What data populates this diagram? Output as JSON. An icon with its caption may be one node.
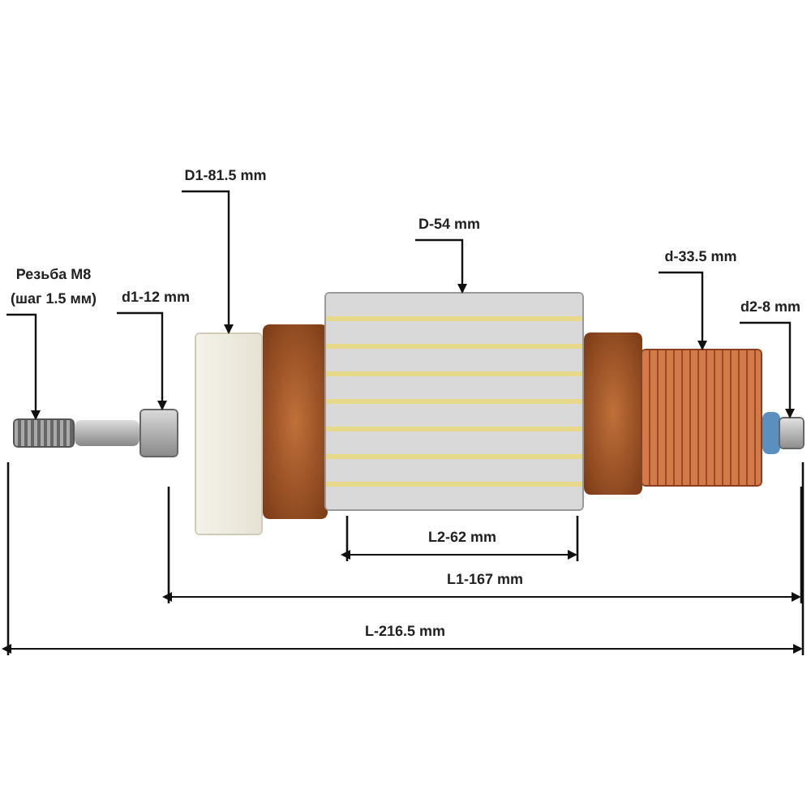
{
  "diagram": {
    "nodes": [
      {
        "text": [
          "Резьба M8 (шаг 1.5 мм)"
        ]
      },
      {
        "text": [
          "D1-81.5 mm"
        ]
      },
      {
        "text": [
          "d1-12 mm"
        ]
      },
      {
        "text": [
          "D-54 mm"
        ]
      },
      {
        "text": [
          "d-33.5 mm"
        ]
      },
      {
        "text": [
          "d2-8 mm"
        ]
      },
      {
        "text": [],
        "shape": "picture"
      },
      {
        "text": [],
        "shape": "picture"
      },
      {
        "text": [],
        "shape": "picture"
      },
      {
        "text": [],
        "shape": "picture"
      },
      {
        "text": [],
        "shape": "picture"
      },
      {
        "text": [],
        "shape": "picture"
      }
    ],
    "edges": [
      {
        "from": 0,
        "to": 6,
        "arrow": "to"
      },
      {
        "from": 1,
        "to": 7,
        "arrow": "to"
      },
      {
        "from": 2,
        "to": 8,
        "arrow": "to"
      },
      {
        "from": 3,
        "to": 9,
        "arrow": "to"
      },
      {
        "from": 4,
        "to": 10,
        "arrow": "to"
      },
      {
        "from": 5,
        "to": 11,
        "arrow": "to"
      }
    ],
    "labels": [
      "L2-62 mm",
      "L1-167 mm",
      "L-216.5 mm"
    ]
  }
}
